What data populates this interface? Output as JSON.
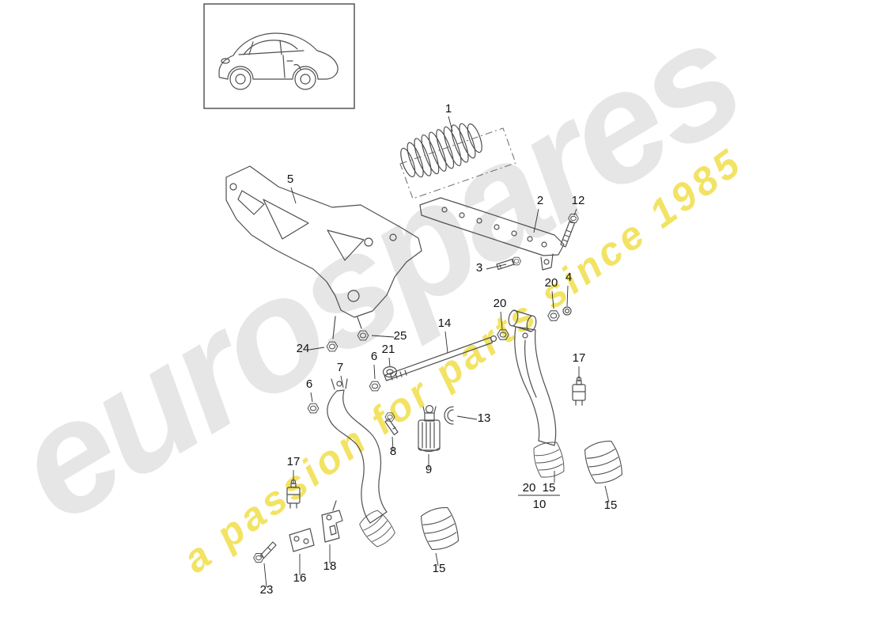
{
  "watermark": {
    "brand": "eurospares",
    "tagline": "a passion for parts since 1985",
    "brand_color": "#e6e6e6",
    "tagline_color": "#f0dd3e"
  },
  "diagram": {
    "line_color": "#4f4f4f",
    "label_color": "#111111",
    "labels": [
      {
        "part": "1"
      },
      {
        "part": "5"
      },
      {
        "part": "2"
      },
      {
        "part": "12"
      },
      {
        "part": "3"
      },
      {
        "part": "20"
      },
      {
        "part": "4"
      },
      {
        "part": "20"
      },
      {
        "part": "14"
      },
      {
        "part": "25"
      },
      {
        "part": "24"
      },
      {
        "part": "21"
      },
      {
        "part": "6"
      },
      {
        "part": "7"
      },
      {
        "part": "6"
      },
      {
        "part": "17"
      },
      {
        "part": "13"
      },
      {
        "part": "8"
      },
      {
        "part": "9"
      },
      {
        "part": "17"
      },
      {
        "part": "20"
      },
      {
        "part": "15"
      },
      {
        "part": "10"
      },
      {
        "part": "15"
      },
      {
        "part": "15"
      },
      {
        "part": "16"
      },
      {
        "part": "18"
      },
      {
        "part": "23"
      }
    ]
  }
}
